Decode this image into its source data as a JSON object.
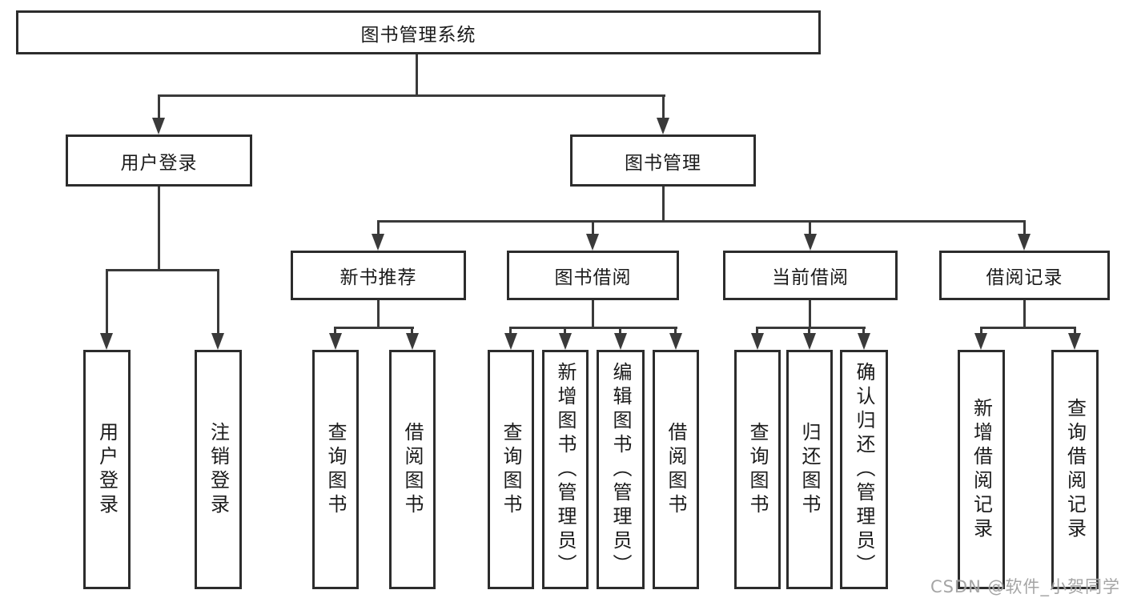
{
  "tree": {
    "root": "图书管理系统",
    "branches": [
      {
        "label": "用户登录",
        "children": [
          {
            "label": "用户登录"
          },
          {
            "label": "注销登录"
          }
        ]
      },
      {
        "label": "图书管理",
        "children": [
          {
            "label": "新书推荐",
            "children": [
              {
                "label": "查询图书"
              },
              {
                "label": "借阅图书"
              }
            ]
          },
          {
            "label": "图书借阅",
            "children": [
              {
                "label": "查询图书"
              },
              {
                "label": "新增图书（管理员）"
              },
              {
                "label": "编辑图书（管理员）"
              },
              {
                "label": "借阅图书"
              }
            ]
          },
          {
            "label": "当前借阅",
            "children": [
              {
                "label": "查询图书"
              },
              {
                "label": "归还图书"
              },
              {
                "label": "确认归还（管理员）"
              }
            ]
          },
          {
            "label": "借阅记录",
            "children": [
              {
                "label": "新增借阅记录"
              },
              {
                "label": "查询借阅记录"
              }
            ]
          }
        ]
      }
    ]
  },
  "watermark": {
    "text": "CSDN @软件_小贺同学"
  },
  "colors": {
    "ink": "#2c2c2c",
    "line": "#3a3a3a",
    "watermark_gray": "#9e9e9e"
  }
}
